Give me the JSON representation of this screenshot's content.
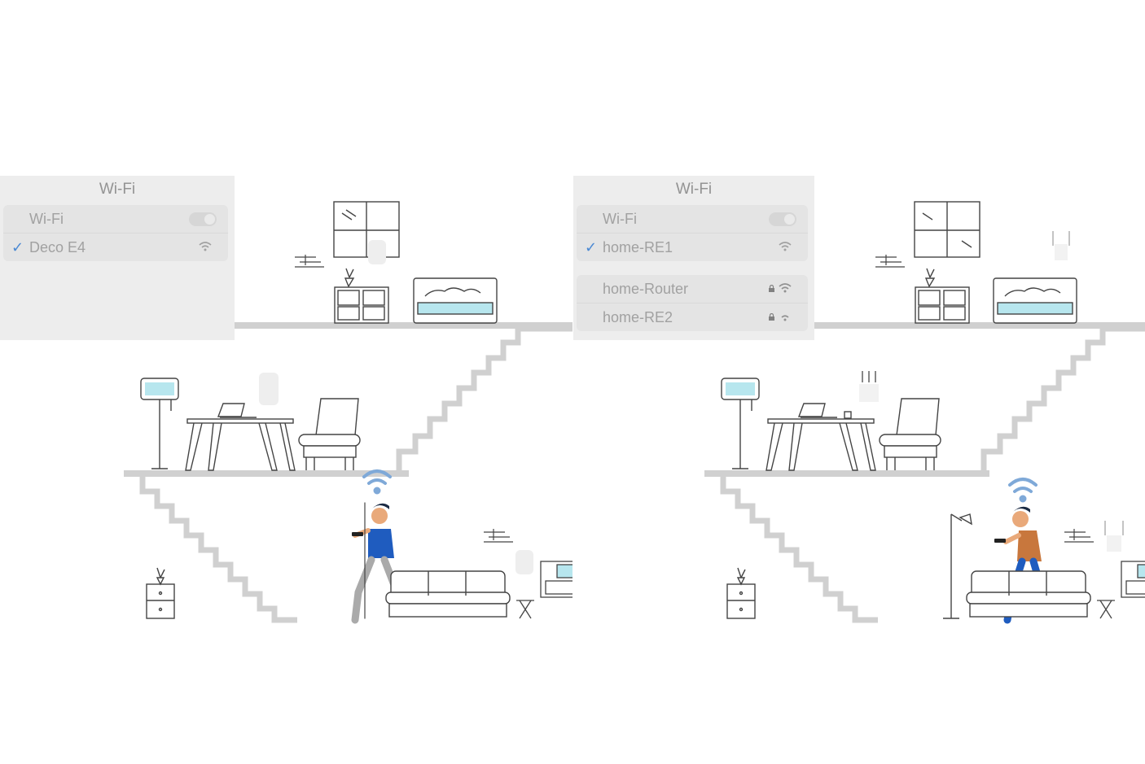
{
  "left_scene": {
    "wifi_panel": {
      "title": "Wi-Fi",
      "toggle_label": "Wi-Fi",
      "connected_network": "Deco E4",
      "check_icon": "checkmark-icon",
      "signal_icon": "wifi-signal-icon"
    }
  },
  "right_scene": {
    "wifi_panel": {
      "title": "Wi-Fi",
      "toggle_label": "Wi-Fi",
      "connected_network": "home-RE1",
      "other_networks": [
        {
          "name": "home-Router",
          "locked": true,
          "signal": "full"
        },
        {
          "name": "home-RE2",
          "locked": true,
          "signal": "weak"
        }
      ],
      "check_icon": "checkmark-icon",
      "lock_icon": "lock-icon"
    }
  },
  "colors": {
    "accent_blue": "#3b7fd0",
    "wifi_signal_blue": "#7fa9d8",
    "floor_gray": "#d0d0d0",
    "screen_cyan": "#b7e6ee",
    "left_person_shirt": "#1f5cbf",
    "right_person_shirt": "#c8773d",
    "right_person_pants": "#1f5cbf"
  }
}
